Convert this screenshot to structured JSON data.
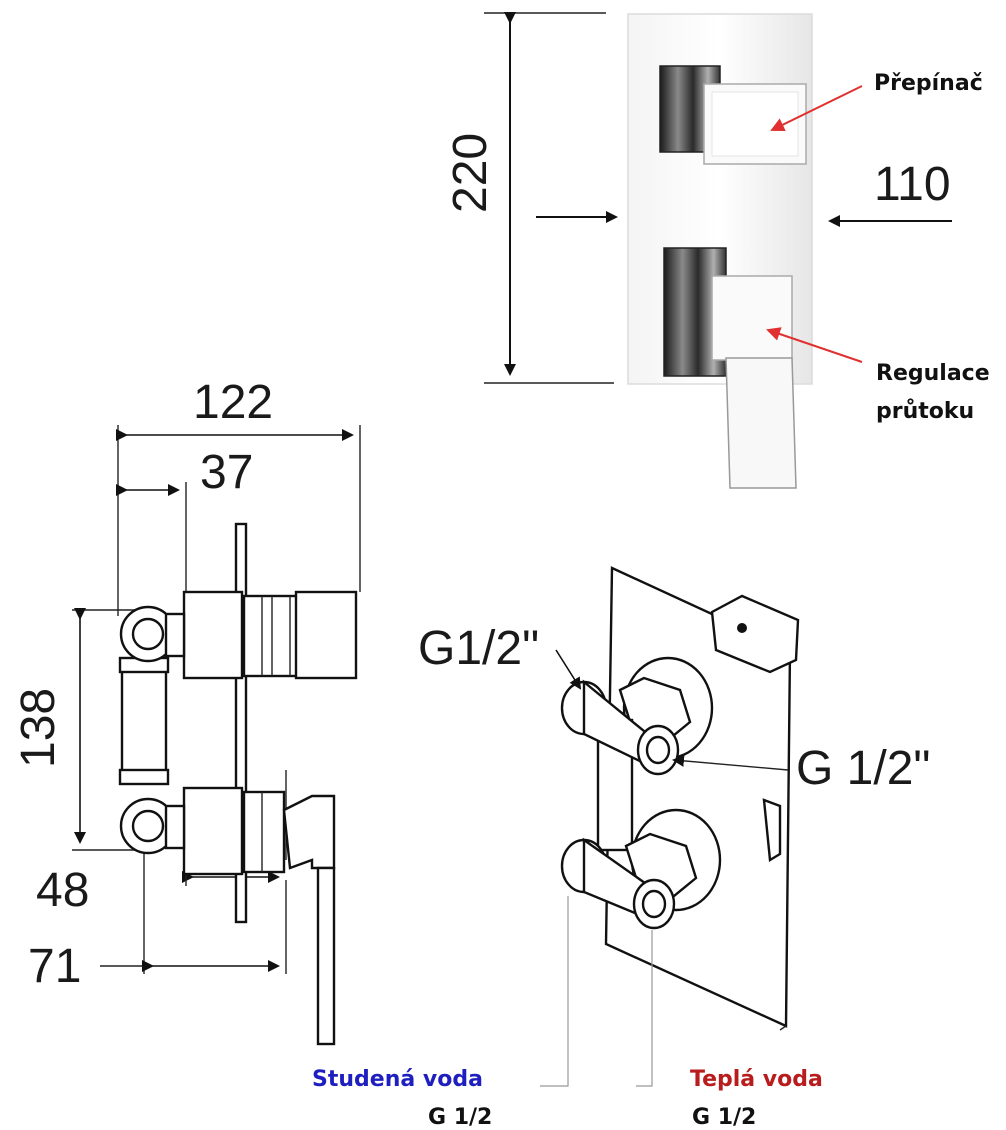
{
  "dimensions": {
    "height_front": "220",
    "width_front": "110",
    "total_depth": "122",
    "depth_37": "37",
    "height_138": "138",
    "depth_48": "48",
    "depth_71": "71"
  },
  "threads": {
    "upper_left": "G1/2\"",
    "right": "G 1/2\""
  },
  "labels": {
    "diverter": "Přepínač",
    "flow_regulation_line1": "Regulace",
    "flow_regulation_line2": "průtoku",
    "cold_water": "Studená voda",
    "cold_thread": "G 1/2",
    "hot_water": "Teplá voda",
    "hot_thread": "G 1/2"
  },
  "colors": {
    "cold": "#1f1fbf",
    "hot": "#b81c1c",
    "pointer": "#e03030"
  }
}
